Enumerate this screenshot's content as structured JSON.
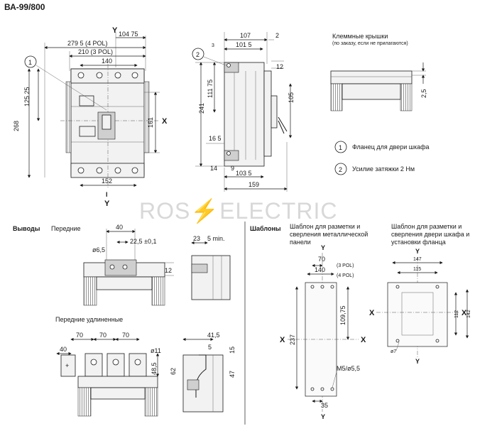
{
  "title": "ВА-99/800",
  "watermark": "ROS⚡ELECTRIC",
  "front_view": {
    "callout": "1",
    "axis_y_top": "Y",
    "axis_y_bottom": "Y",
    "axis_x": "X",
    "axis_i_bottom": "I",
    "dims": {
      "d104": "104 75",
      "d279": "279 5 (4 POL)",
      "d210": "210 (3 POL)",
      "d140": "140",
      "d125": "125 25",
      "d268": "268",
      "d161": "161",
      "d152": "152"
    }
  },
  "side_view": {
    "callout": "2",
    "dims": {
      "d107": "107",
      "d2": "2",
      "d3": "3",
      "d1015": "101 5",
      "d12": "12",
      "d11175": "111 75",
      "d241": "241",
      "d105": "105",
      "d165": "16 5",
      "d14": "14",
      "d9": "9",
      "d1035": "103 5",
      "d159": "159"
    }
  },
  "covers": {
    "heading": "Клеммные крышки",
    "subheading": "(по заказу, если не прилагаются)",
    "d25": "2,5"
  },
  "legend": [
    {
      "num": "1",
      "text": "Фланец для двери шкафа"
    },
    {
      "num": "2",
      "text": "Усилие затяжки 2 Нм"
    }
  ],
  "outputs": {
    "heading": "Выводы",
    "front_label": "Передние",
    "extended_label": "Передние удлиненные",
    "front_dims": {
      "d40": "40",
      "d225": "22,5 ±0,1",
      "d65": "ø6,5",
      "d12": "12",
      "d23": "23",
      "d5min": "5 min."
    },
    "ext_dims": {
      "d70a": "70",
      "d70b": "70",
      "d70c": "70",
      "d40": "40",
      "d11": "ø11",
      "d485": "48,5",
      "d415": "41,5",
      "d5": "5",
      "d15": "15",
      "d62": "62",
      "d47": "47"
    }
  },
  "templates": {
    "heading": "Шаблоны",
    "metal_title": "Шаблон для разметки и сверления металлической панели",
    "door_title": "Шаблон для разметки и сверления двери шкафа и установки фланца",
    "metal_dims": {
      "y": "Y",
      "x": "X",
      "d70": "70",
      "d3pol": "(3 POL)",
      "d140": "140",
      "d4pol": "(4 POL)",
      "d10975": "109,75",
      "d237": "237",
      "dm5": "M5/ø5,5",
      "d35": "35"
    },
    "door_dims": {
      "y": "Y",
      "x": "X",
      "d147": "147",
      "d115": "115",
      "d112": "112",
      "d142": "142",
      "d7": "ø7"
    }
  }
}
